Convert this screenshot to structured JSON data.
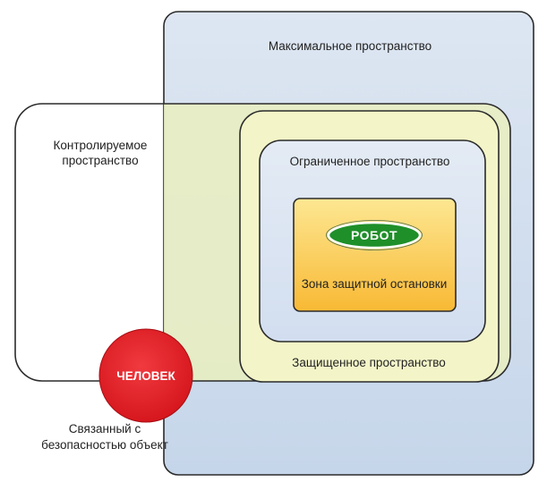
{
  "max_space": {
    "label": "Максимальное пространство"
  },
  "controlled_space": {
    "line1": "Контролируемое",
    "line2": "пространство"
  },
  "limited_space": {
    "label": "Ограниченное пространство"
  },
  "protected_space": {
    "label": "Защищенное пространство"
  },
  "robot": {
    "label": "РОБОТ"
  },
  "stop_zone": {
    "label": "Зона защитной остановки"
  },
  "human": {
    "label": "ЧЕЛОВЕК"
  },
  "safety_object": {
    "line1": "Связанный с",
    "line2": "безопасностью объект"
  },
  "colors": {
    "max_space_top": "#dbe5f1",
    "max_space_bottom": "#c9d8ec",
    "controlled_overlap": "#e8edbd",
    "protected_fill": "#f2f4c6",
    "limited_fill": "#dde6f1",
    "stop_zone_top": "#fde48a",
    "stop_zone_bottom": "#f9bf3a",
    "robot_green": "#1f8f2a",
    "human_red": "#e31b23",
    "outline": "#2b2b2b"
  }
}
